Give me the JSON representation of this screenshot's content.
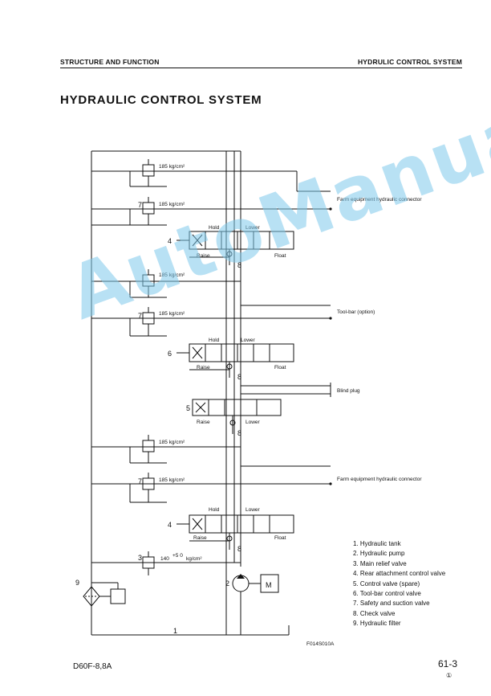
{
  "header": {
    "left": "STRUCTURE AND FUNCTION",
    "right": "HYDRULIC CONTROL SYSTEM"
  },
  "title": "HYDRAULIC CONTROL SYSTEM",
  "diagram": {
    "relief_pressure": "185 kg/cm²",
    "main_relief_value": "140",
    "main_relief_tol": "+5 0",
    "main_relief_unit": "kg/cm²",
    "labels": {
      "hold": "Hold",
      "lower": "Lower",
      "raise": "Raise",
      "float": "Float",
      "farm_connector": "Farm equipment hydraulic connector",
      "toolbar_option": "Tool-bar (option)",
      "blind_plug": "Blind plug"
    },
    "numbers": {
      "n1": "1",
      "n2": "2",
      "n3": "3",
      "n4": "4",
      "n5": "5",
      "n6": "6",
      "n7": "7",
      "n8": "8",
      "n9": "9"
    },
    "figure_code": "F014S010A"
  },
  "legend": [
    "1. Hydraulic tank",
    "2. Hydraulic pump",
    "3. Main relief valve",
    "4. Rear attachment control valve",
    "5. Control valve (spare)",
    "6. Tool-bar control valve",
    "7. Safety and suction valve",
    "8. Check valve",
    "9. Hydraulic filter"
  ],
  "footer": {
    "model": "D60F-8,8A",
    "page": "61-3",
    "revision": "①"
  },
  "watermark": "AutoManual"
}
